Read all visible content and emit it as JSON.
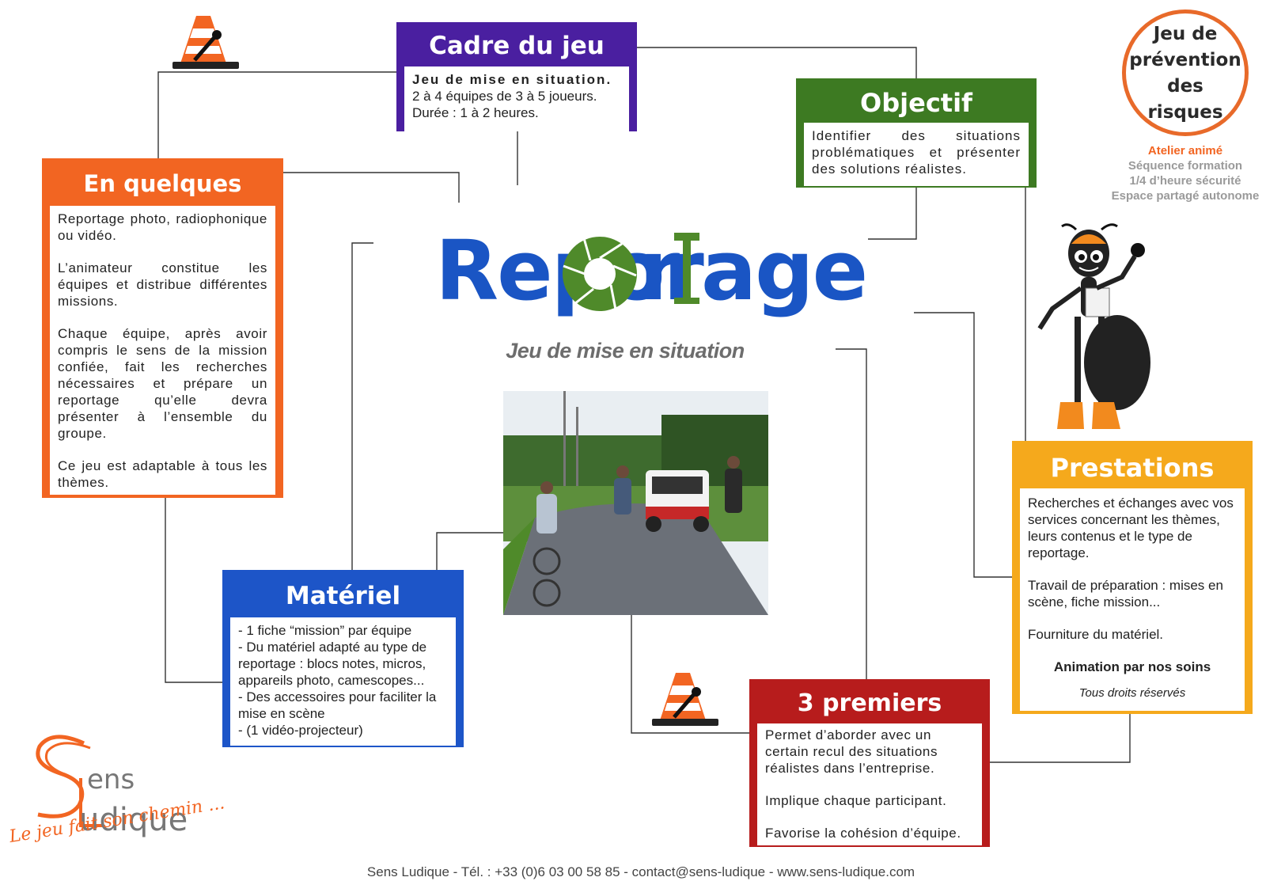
{
  "cadre": {
    "title": "Cadre du jeu",
    "line1": "Jeu de mise en situation.",
    "line2": "2 à 4 équipes de 3 à 5 joueurs.",
    "line3": "Durée : 1 à 2 heures."
  },
  "objectif": {
    "title": "Objectif",
    "text": "Identifier des situations problématiques et présenter des solutions réalistes."
  },
  "mots": {
    "title": "En quelques mots...",
    "p1": "Reportage photo, radiophonique ou vidéo.",
    "p2": "L’animateur constitue les équipes et distribue différentes missions.",
    "p3": "Chaque équipe, après avoir compris le sens de la mission confiée, fait les recherches nécessaires et prépare un reportage qu’elle devra présenter à l’ensemble du groupe.",
    "p4": "Ce jeu est adaptable à tous les thèmes."
  },
  "materiel": {
    "title": "Matériel",
    "items": [
      "- 1 fiche “mission” par équipe",
      "- Du matériel adapté au type de reportage : blocs notes, micros, appareils photo, camescopes...",
      "- Des accessoires pour faciliter la mise en scène",
      "- (1 vidéo-projecteur)"
    ]
  },
  "prestations": {
    "title": "Prestations",
    "p1": "Recherches et échanges avec vos services concernant les thèmes, leurs contenus et le type de reportage.",
    "p2": "Travail de préparation : mises en scène, fiche mission...",
    "p3": "Fourniture du matériel.",
    "p4": "Animation par nos soins",
    "rights": "Tous droits réservés"
  },
  "atouts": {
    "title": "3 premiers atouts...",
    "p1": "Permet d’aborder avec un certain recul des situations réalistes dans l’entreprise.",
    "p2": "Implique chaque participant.",
    "p3": "Favorise la cohésion d’équipe."
  },
  "title": {
    "part1": "Repor",
    "part2": "age",
    "subtitle": "Jeu de mise en situation"
  },
  "badge": {
    "line1": "Jeu de",
    "line2": "prévention",
    "line3": "des",
    "line4": "risques",
    "list": [
      "Atelier animé",
      "Séquence formation",
      "1/4 d’heure sécurité",
      "Espace partagé autonome"
    ],
    "active_color": "#f26522",
    "inactive_color": "#9a9a9a"
  },
  "logo": {
    "word1": "ens",
    "word2": "udique",
    "tagline": "Le jeu fait son chemin ..."
  },
  "footer": "Sens Ludique - Tél. : +33 (0)6 03 00 58 85 - contact@sens-ludique - www.sens-ludique.com",
  "colors": {
    "purple": "#4a1fa0",
    "green": "#3d7a22",
    "orange": "#f26522",
    "blue": "#1d55c8",
    "yellow": "#f5a91c",
    "red": "#b71c1c"
  }
}
